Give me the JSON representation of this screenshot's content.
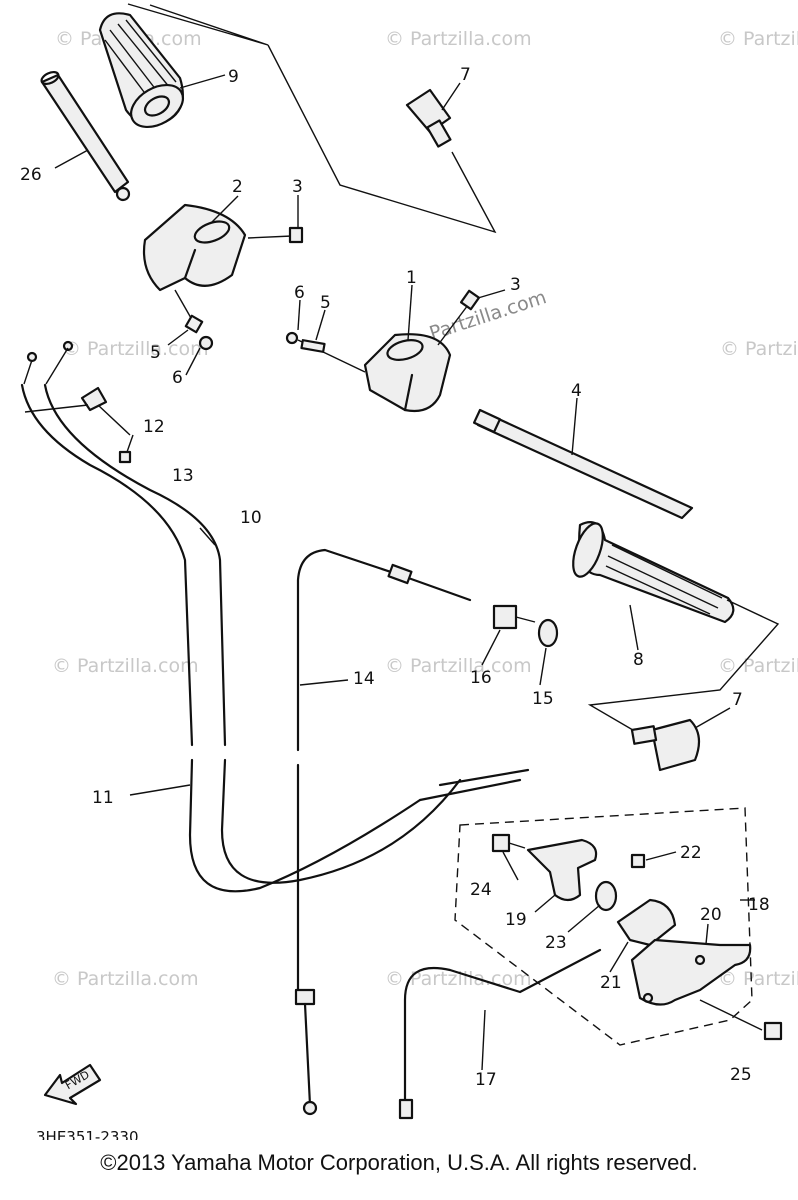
{
  "watermark": "© Partzilla.com",
  "watermark_short": "Partzilla.com",
  "diagram_code": "3HE351-2330",
  "fwd_label": "FWD",
  "copyright": "©2013  Yamaha Motor Corporation, U.S.A. All rights reserved.",
  "callouts": {
    "c1": "1",
    "c2": "2",
    "c3a": "3",
    "c3b": "3",
    "c4": "4",
    "c5a": "5",
    "c5b": "5",
    "c6a": "6",
    "c6b": "6",
    "c7a": "7",
    "c7b": "7",
    "c8": "8",
    "c9": "9",
    "c10": "10",
    "c11": "11",
    "c12": "12",
    "c13": "13",
    "c14": "14",
    "c15": "15",
    "c16": "16",
    "c17": "17",
    "c18": "18",
    "c19": "19",
    "c20": "20",
    "c21": "21",
    "c22": "22",
    "c23": "23",
    "c24": "24",
    "c25": "25",
    "c26": "26"
  }
}
